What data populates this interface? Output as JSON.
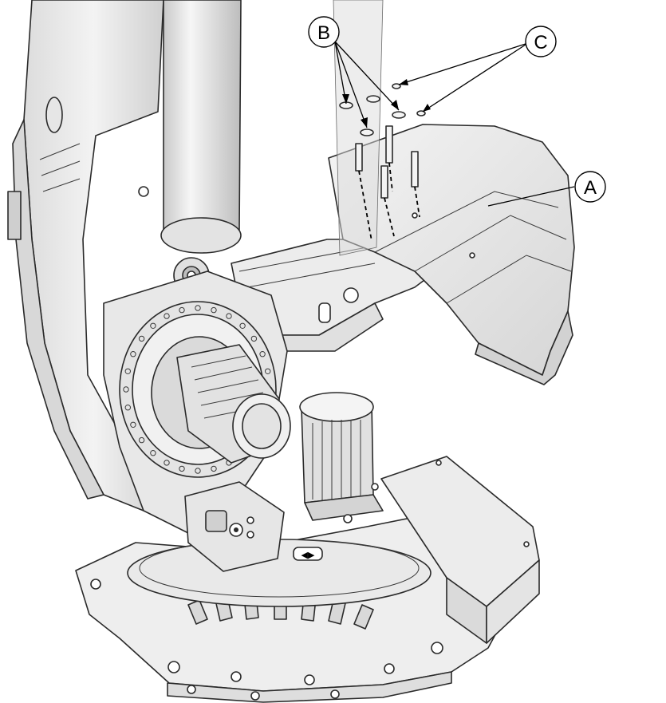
{
  "callouts": [
    {
      "letter": "A"
    },
    {
      "letter": "B"
    },
    {
      "letter": "C"
    }
  ],
  "colors": {
    "body_light": "#f1f1f1",
    "body_mid": "#e2e2e2",
    "body_shade": "#cfcfcf",
    "line": "#2a2a2a"
  }
}
